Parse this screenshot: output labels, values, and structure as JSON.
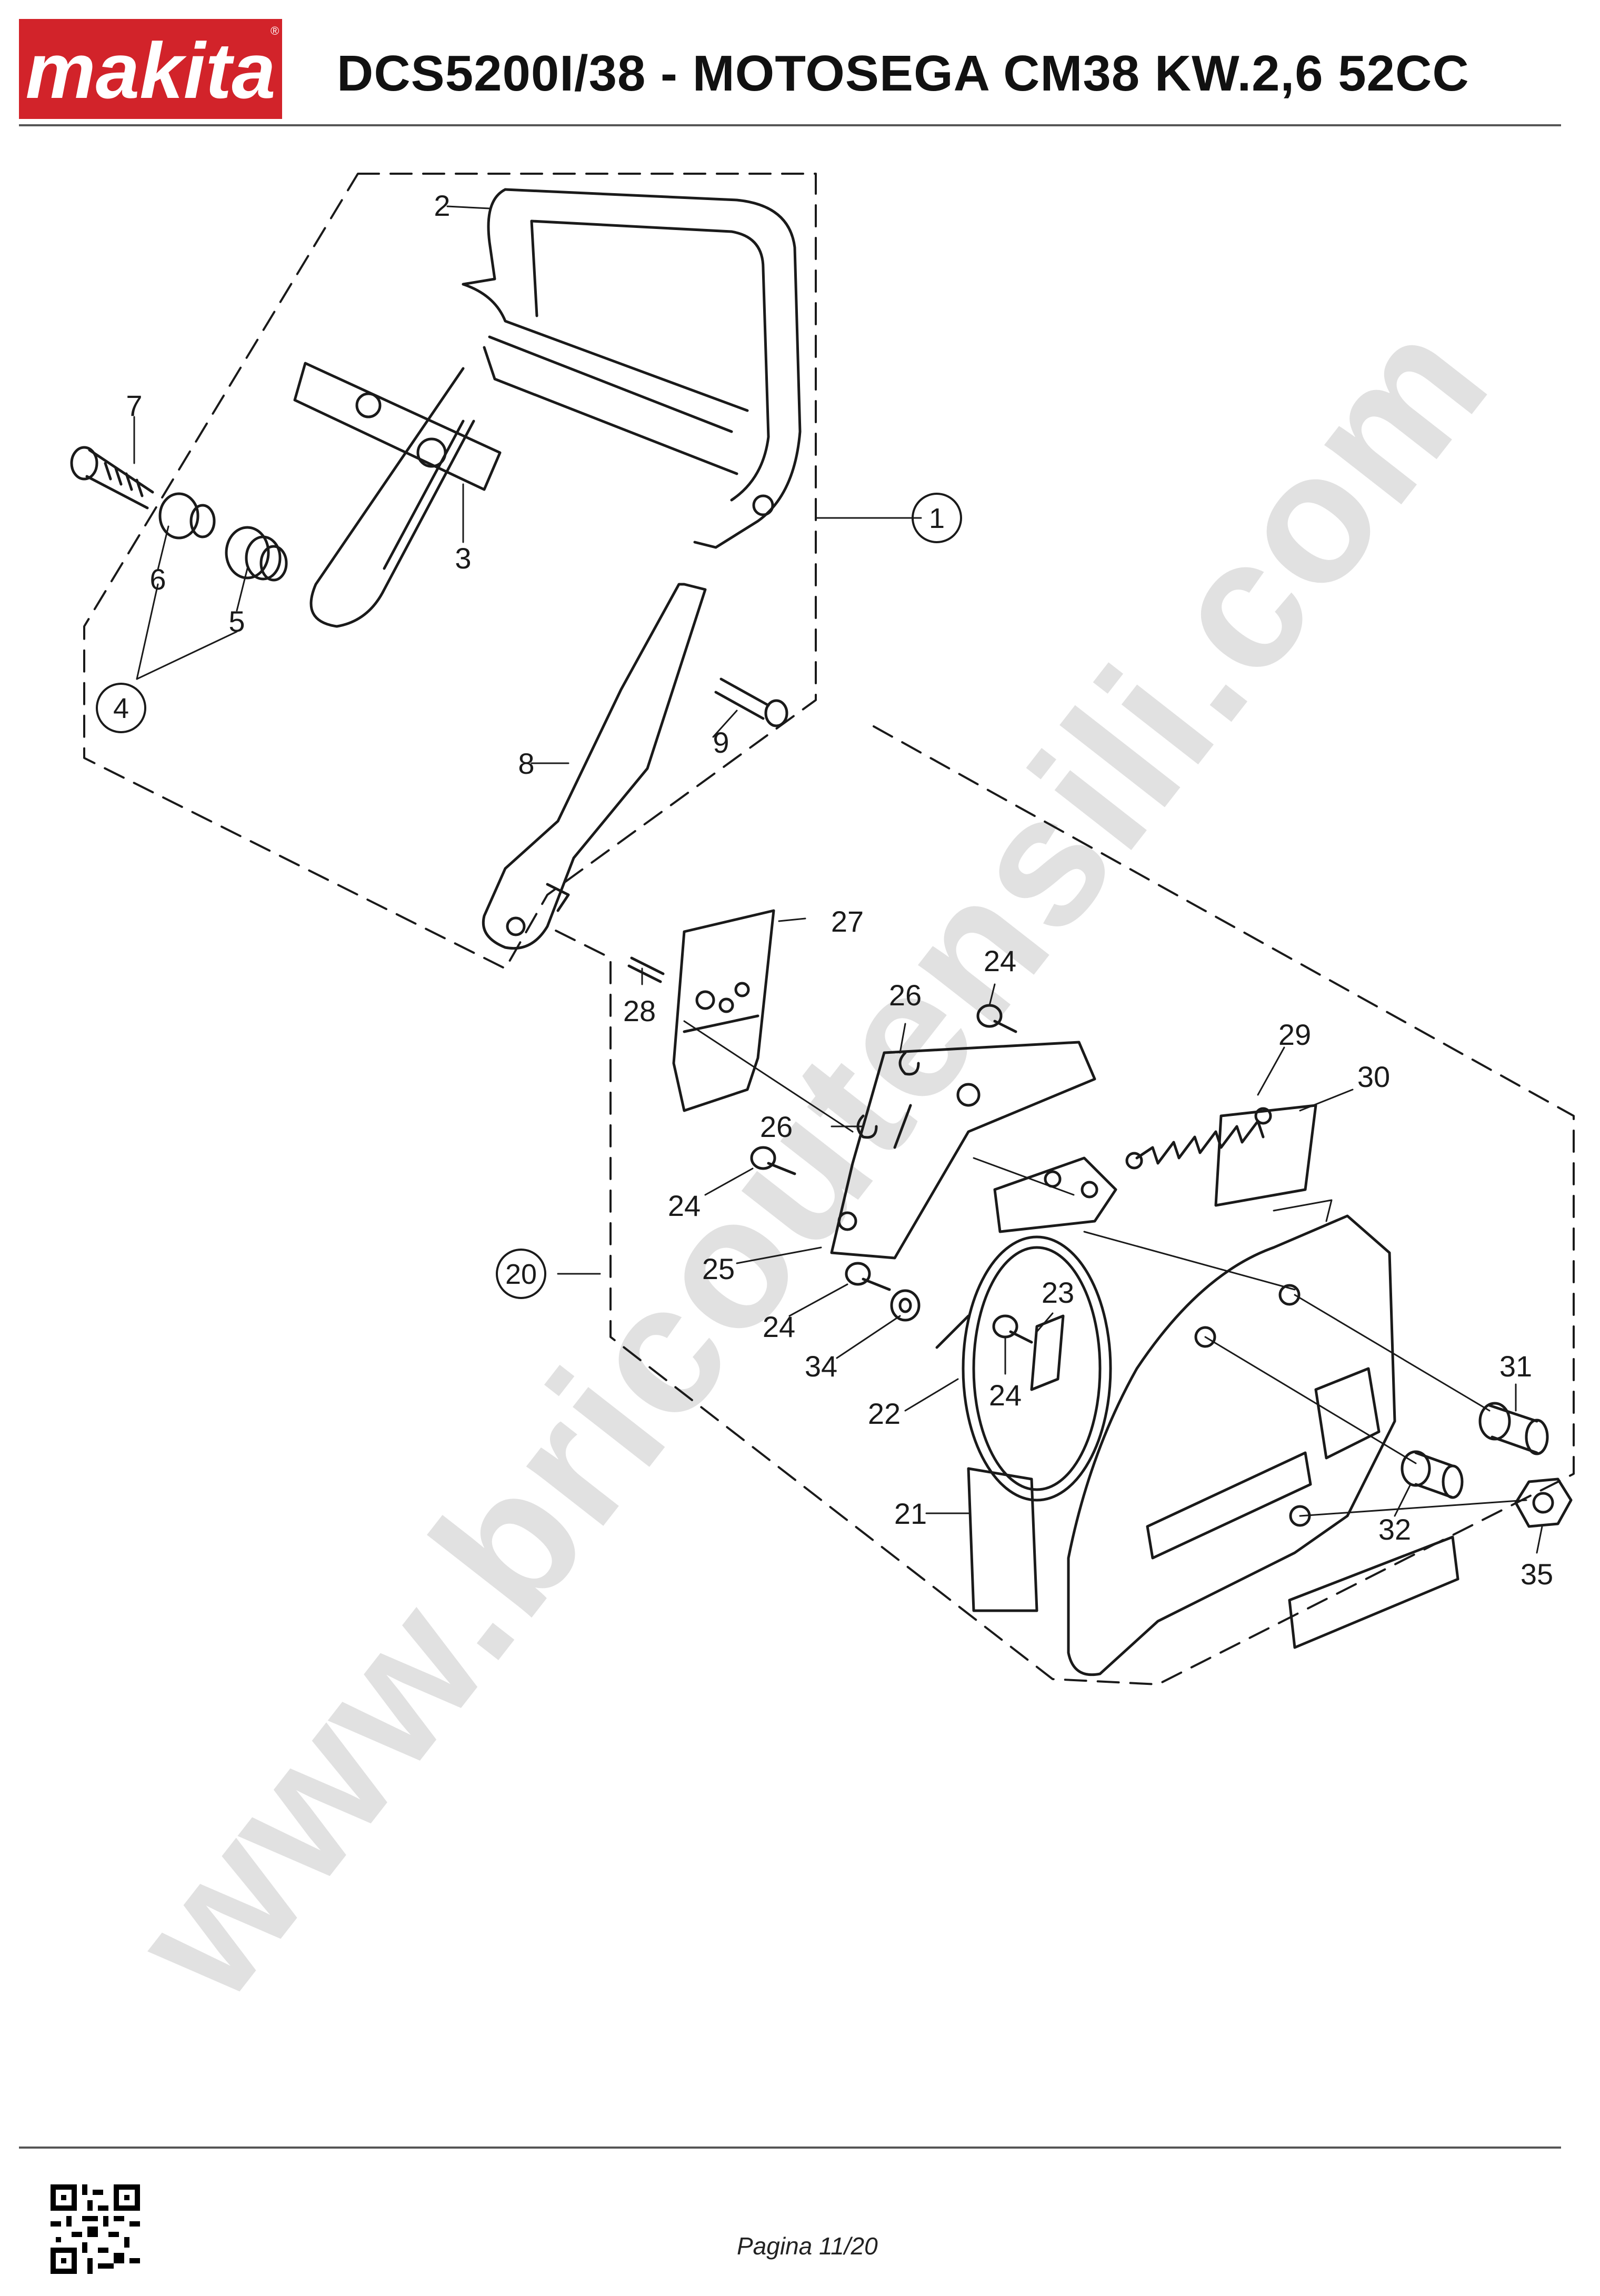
{
  "header": {
    "brand": "makita",
    "title": "DCS5200I/38 - MOTOSEGA CM38 KW.2,6 52CC"
  },
  "watermark": "www.bricoutensili.com",
  "footer": {
    "page_label": "Pagina 11/20"
  },
  "callouts": {
    "plain": [
      "2",
      "7",
      "3",
      "6",
      "5",
      "9",
      "8",
      "27",
      "28",
      "26",
      "24",
      "29",
      "30",
      "26",
      "24",
      "25",
      "24",
      "23",
      "34",
      "24",
      "22",
      "31",
      "21",
      "32",
      "35"
    ],
    "circled": [
      "1",
      "4",
      "20"
    ]
  },
  "colors": {
    "brand_red": "#d2232a",
    "line": "#1a1a1a",
    "watermark": "#dcdcdc",
    "rule": "#555555"
  }
}
